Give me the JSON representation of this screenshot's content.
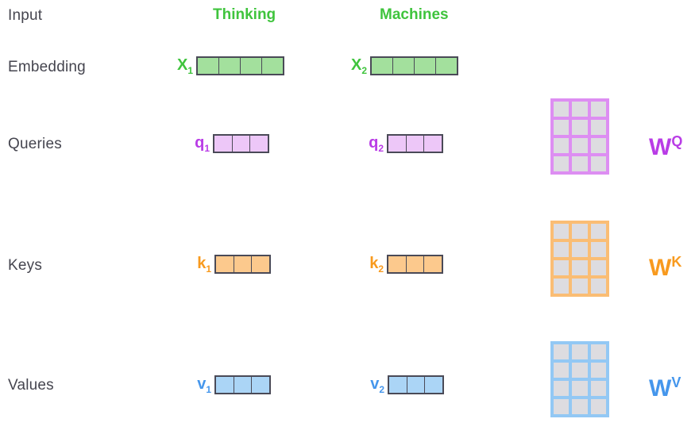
{
  "row_labels": {
    "input": "Input",
    "embedding": "Embedding",
    "queries": "Queries",
    "keys": "Keys",
    "values": "Values"
  },
  "tokens": [
    "Thinking",
    "Machines"
  ],
  "palette": {
    "green": {
      "text": "#3fc43d",
      "fill": "#a3e09d"
    },
    "purple": {
      "text": "#b93ce6",
      "fill": "#edc7f8",
      "matrix": "#dd8ef2"
    },
    "orange": {
      "text": "#f89a1e",
      "fill": "#fcc98d",
      "matrix": "#fabd74"
    },
    "blue": {
      "text": "#4596ec",
      "fill": "#abd5f6",
      "matrix": "#93c8f4"
    },
    "cell_border": "#4a4a57",
    "matrix_cell": "#dddce0",
    "label_text": "#45454f"
  },
  "vectors": {
    "x1": {
      "base": "X",
      "sub": "1",
      "cells": 4,
      "color": "green"
    },
    "x2": {
      "base": "X",
      "sub": "2",
      "cells": 4,
      "color": "green"
    },
    "q1": {
      "base": "q",
      "sub": "1",
      "cells": 3,
      "color": "purple"
    },
    "q2": {
      "base": "q",
      "sub": "2",
      "cells": 3,
      "color": "purple"
    },
    "k1": {
      "base": "k",
      "sub": "1",
      "cells": 3,
      "color": "orange"
    },
    "k2": {
      "base": "k",
      "sub": "2",
      "cells": 3,
      "color": "orange"
    },
    "v1": {
      "base": "v",
      "sub": "1",
      "cells": 3,
      "color": "blue"
    },
    "v2": {
      "base": "v",
      "sub": "2",
      "cells": 3,
      "color": "blue"
    }
  },
  "matrices": {
    "wq": {
      "base": "W",
      "sup": "Q",
      "rows": 4,
      "cols": 3,
      "color": "purple"
    },
    "wk": {
      "base": "W",
      "sup": "K",
      "rows": 4,
      "cols": 3,
      "color": "orange"
    },
    "wv": {
      "base": "W",
      "sup": "V",
      "rows": 4,
      "cols": 3,
      "color": "blue"
    }
  }
}
